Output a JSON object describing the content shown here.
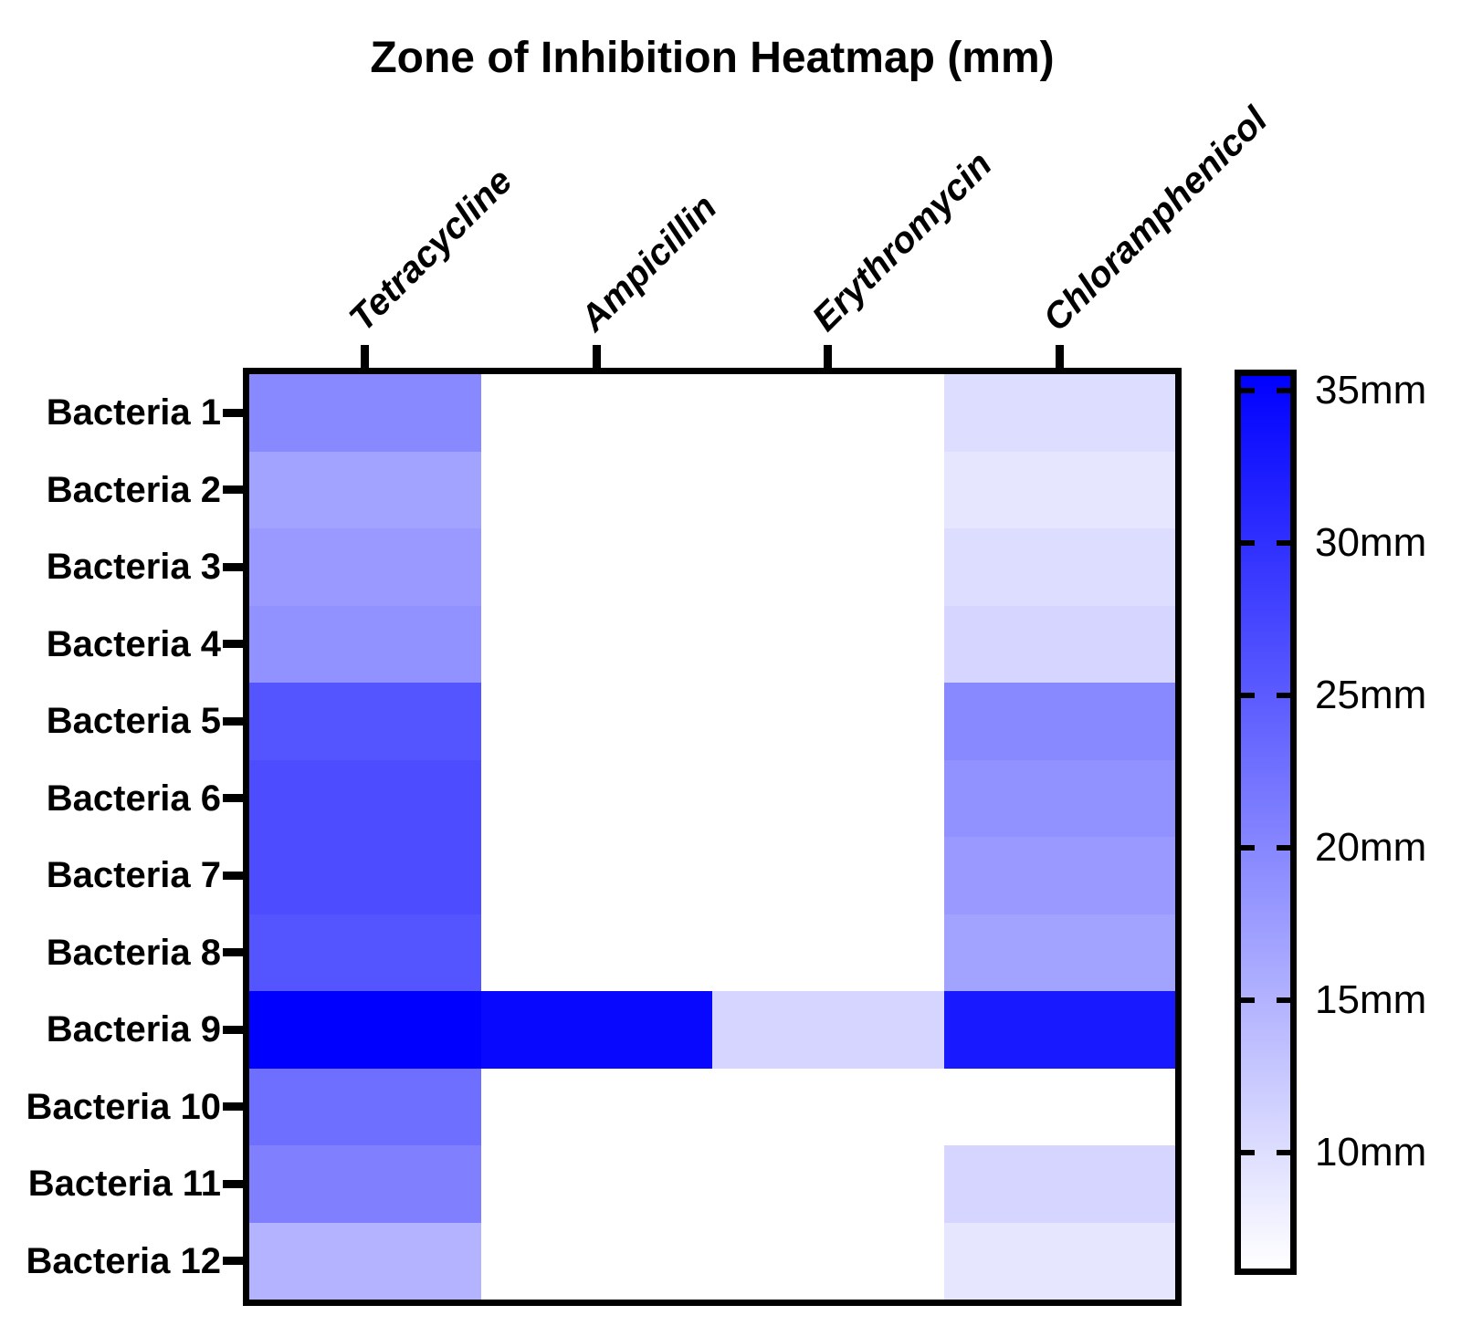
{
  "title": "Zone of Inhibition Heatmap (mm)",
  "colors": {
    "max_color": "#0000ff",
    "min_color": "#ffffff",
    "axis_color": "#000000",
    "background": "#ffffff"
  },
  "chart_data": {
    "type": "heatmap",
    "title": "Zone of Inhibition Heatmap (mm)",
    "unit": "mm",
    "columns": [
      "Tetracycline",
      "Ampicillin",
      "Erythromycin",
      "Chloramphenicol"
    ],
    "rows": [
      "Bacteria 1",
      "Bacteria 2",
      "Bacteria 3",
      "Bacteria 4",
      "Bacteria 5",
      "Bacteria 6",
      "Bacteria 7",
      "Bacteria 8",
      "Bacteria 9",
      "Bacteria 10",
      "Bacteria 11",
      "Bacteria 12"
    ],
    "values_mm": [
      [
        20,
        6,
        6,
        10
      ],
      [
        17,
        6,
        6,
        9
      ],
      [
        18,
        6,
        6,
        10
      ],
      [
        19,
        6,
        6,
        11
      ],
      [
        26,
        6,
        6,
        20
      ],
      [
        27,
        6,
        6,
        19
      ],
      [
        27,
        6,
        6,
        18
      ],
      [
        26,
        6,
        6,
        17
      ],
      [
        36,
        35,
        11,
        33
      ],
      [
        23,
        6,
        6,
        6
      ],
      [
        21,
        6,
        6,
        11
      ],
      [
        15,
        6,
        6,
        9
      ]
    ],
    "colorbar": {
      "scale_min": 6,
      "scale_max": 36,
      "min_color": "#ffffff",
      "max_color": "#0000ff",
      "tick_values": [
        35,
        30,
        25,
        20,
        15,
        10
      ],
      "tick_labels": [
        "35mm",
        "30mm",
        "25mm",
        "20mm",
        "15mm",
        "10mm"
      ],
      "position": "right",
      "gradient_direction": "blue-top-white-bottom"
    },
    "legend_position": "right",
    "grid": false
  }
}
